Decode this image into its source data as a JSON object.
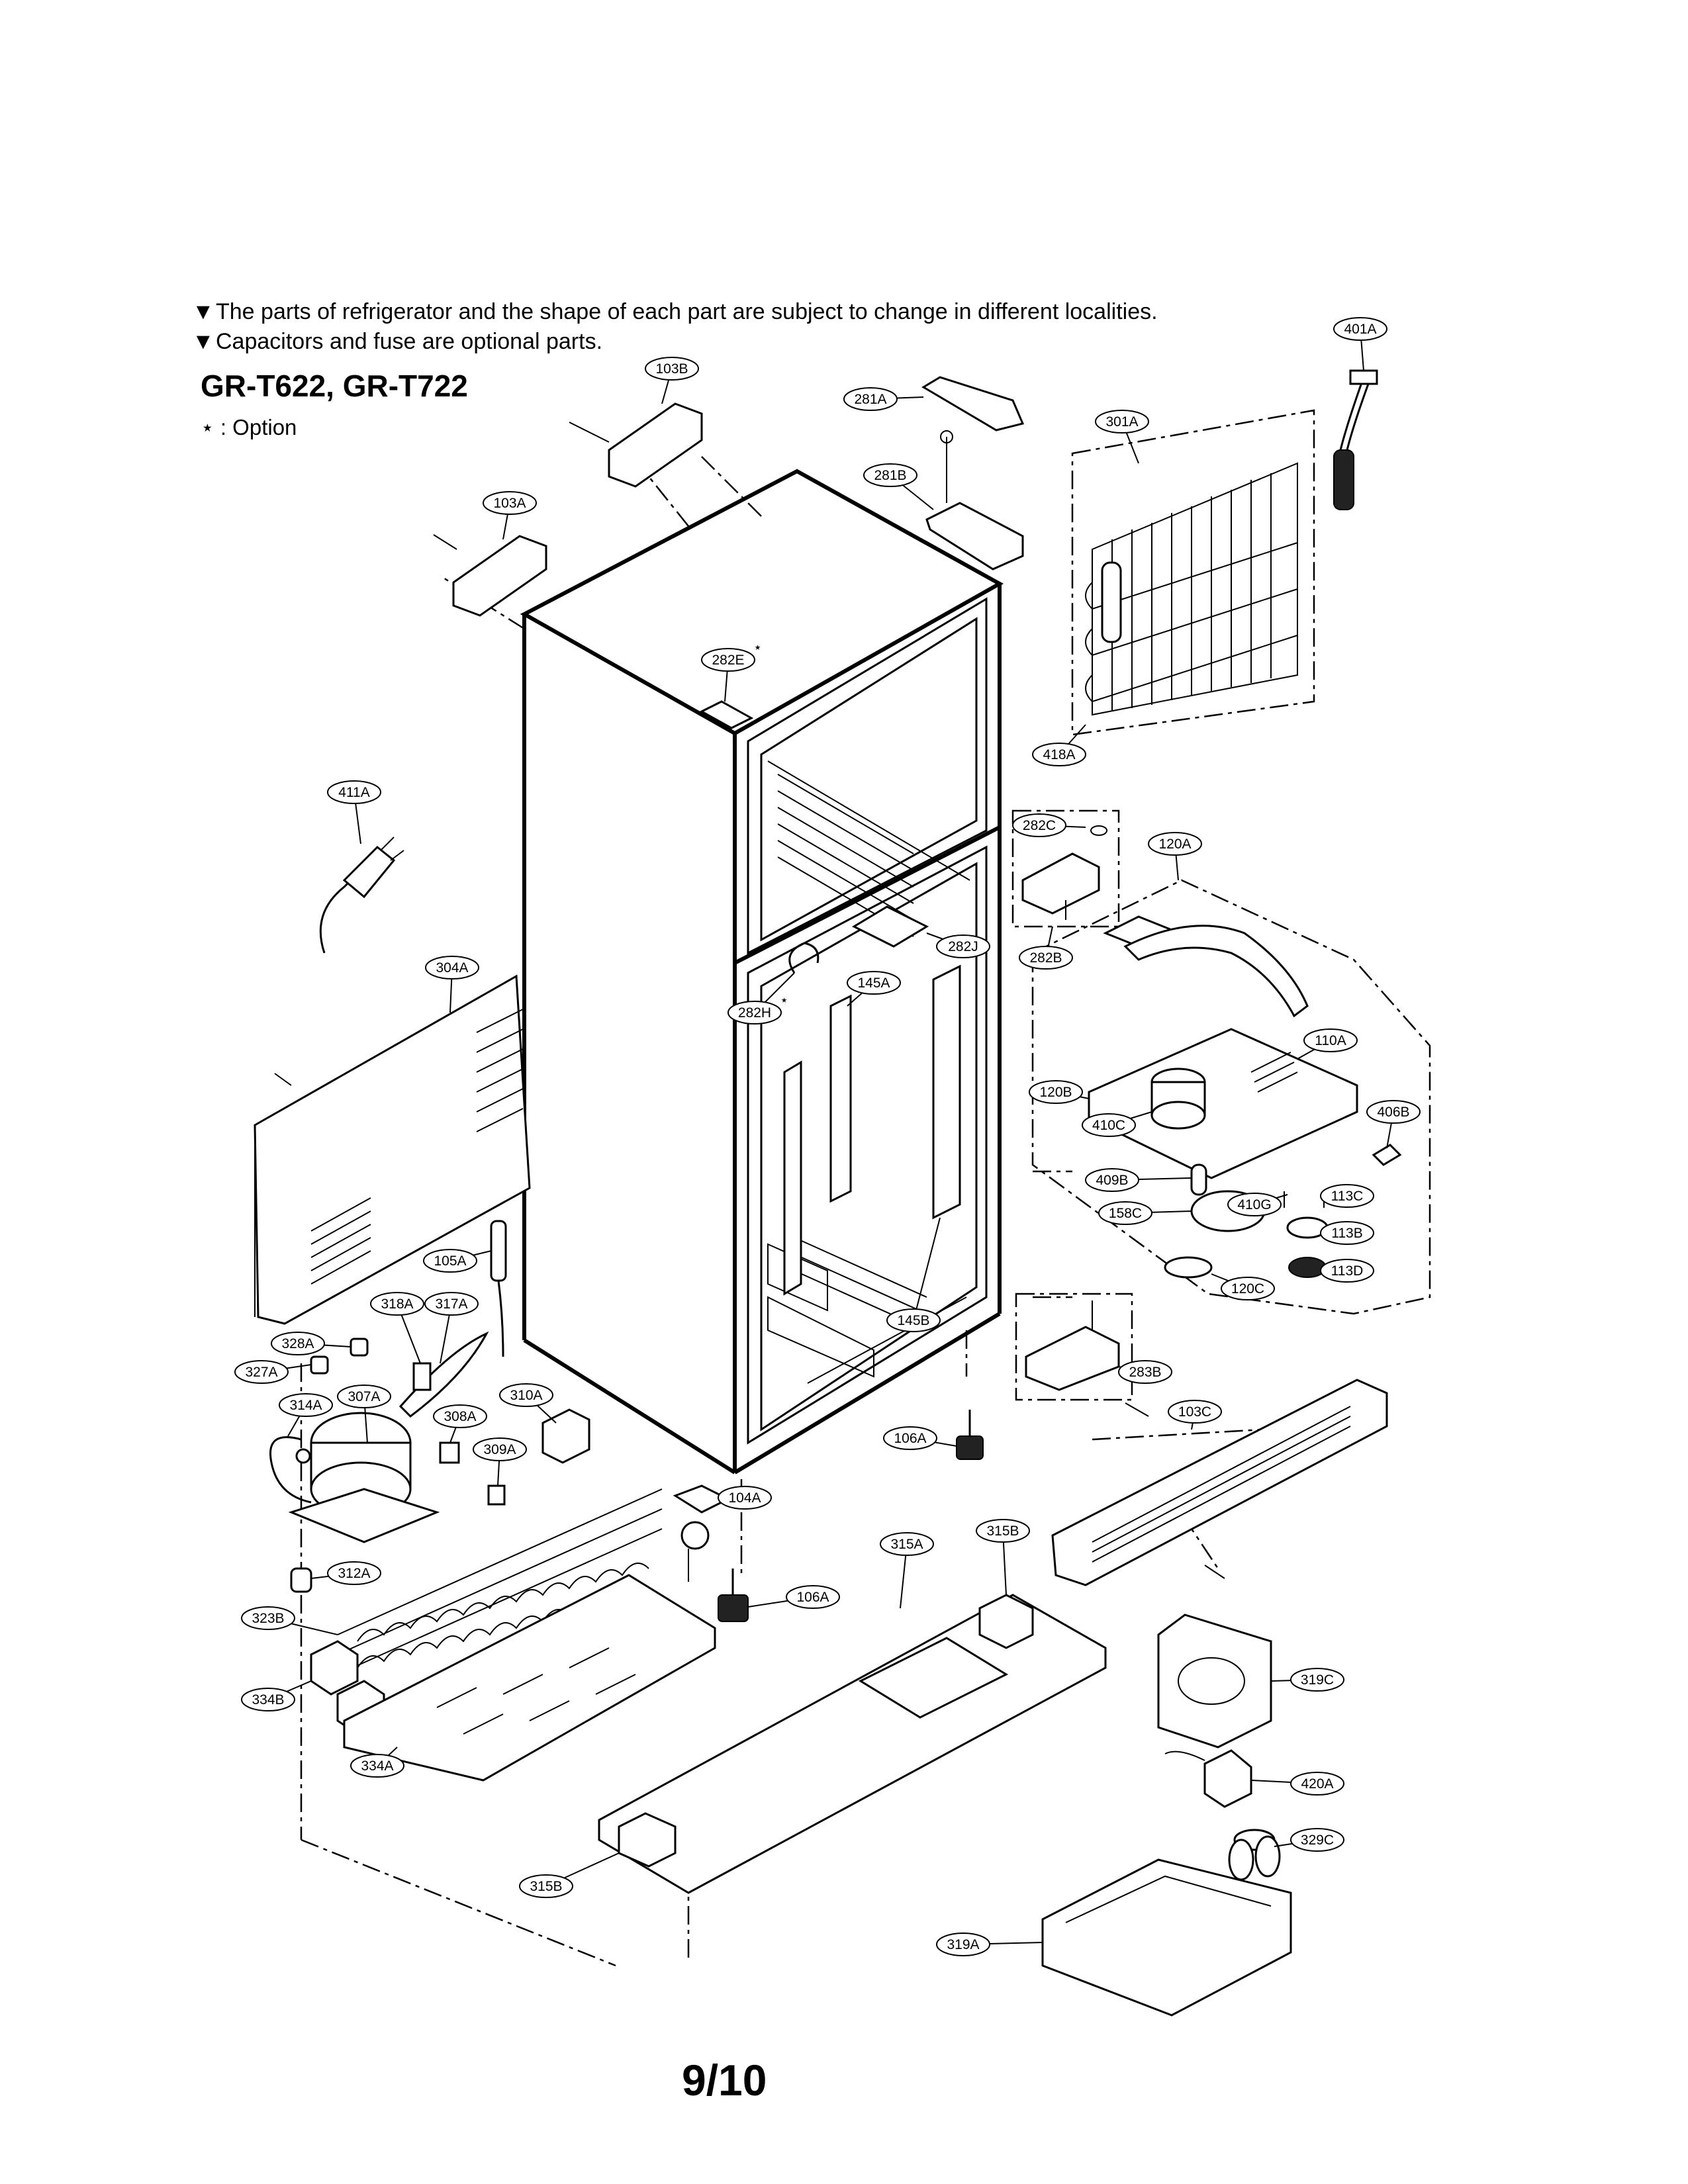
{
  "notes": [
    "The parts of refrigerator and the shape of each part are subject to change in different localities.",
    "Capacitors and fuse are optional parts."
  ],
  "note_marker": "▼",
  "model": "GR-T622, GR-T722",
  "legend": {
    "symbol": "⋆",
    "text": ": Option"
  },
  "page_number": "9/10",
  "labels": {
    "401A": "401A",
    "103B": "103B",
    "281A": "281A",
    "301A": "301A",
    "281B": "281B",
    "103A": "103A",
    "282E": "282E",
    "418A": "418A",
    "411A": "411A",
    "282C": "282C",
    "120A": "120A",
    "282B": "282B",
    "282J": "282J",
    "304A": "304A",
    "145A": "145A",
    "282H": "282H",
    "110A": "110A",
    "120B": "120B",
    "410C": "410C",
    "406B": "406B",
    "409B": "409B",
    "410G": "410G",
    "113C": "113C",
    "158C": "158C",
    "113B": "113B",
    "113D": "113D",
    "120C": "120C",
    "105A": "105A",
    "318A": "318A",
    "317A": "317A",
    "145B": "145B",
    "328A": "328A",
    "327A": "327A",
    "283B": "283B",
    "307A": "307A",
    "310A": "310A",
    "314A": "314A",
    "308A": "308A",
    "103C": "103C",
    "309A": "309A",
    "106A": "106A",
    "104A": "104A",
    "315A": "315A",
    "315B": "315B",
    "312A": "312A",
    "323B": "323B",
    "319C": "319C",
    "334B": "334B",
    "420A": "420A",
    "334A": "334A",
    "329C": "329C",
    "319A": "319A"
  },
  "option_marks": [
    "282E",
    "282H"
  ]
}
